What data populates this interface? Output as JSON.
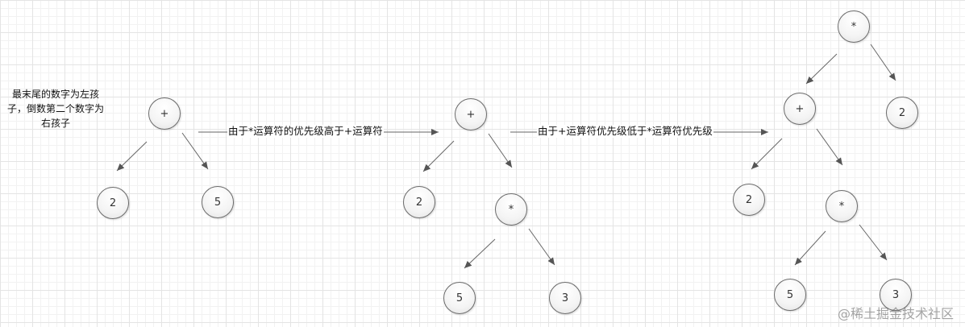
{
  "note": "最末尾的数字为左孩子，倒数第二个数字为右孩子",
  "transitions": [
    "由于*运算符的优先级高于+运算符",
    "由于+运算符优先级低于*运算符优先级"
  ],
  "trees": [
    {
      "nodes": {
        "n1": "+",
        "n2": "2",
        "n3": "5"
      }
    },
    {
      "nodes": {
        "n1": "+",
        "n2": "2",
        "n3": "*",
        "n4": "5",
        "n5": "3"
      }
    },
    {
      "nodes": {
        "n1": "*",
        "n2": "+",
        "n3": "2",
        "n4": "2",
        "n5": "*",
        "n6": "5",
        "n7": "3"
      }
    }
  ],
  "watermark": "@稀土掘金技术社区"
}
